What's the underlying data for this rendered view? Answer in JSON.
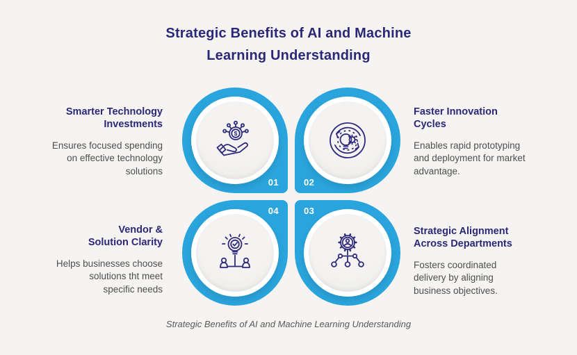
{
  "title": "Strategic Benefits of AI and Machine\nLearning Understanding",
  "caption": "Strategic Benefits of AI and Machine Learning Understanding",
  "colors": {
    "accent_blue": "#2AA4DC",
    "heading_navy": "#2B2878",
    "icon_navy": "#2E2A7C",
    "body_gray": "#4E4E4E",
    "background": "#F5F4F2",
    "number_text": "#FFFFFF",
    "inner_disc": "#EFEEEC"
  },
  "items": [
    {
      "number": "01",
      "position": "top-left",
      "icon": "hand-money-network-icon",
      "heading": "Smarter Technology\nInvestments",
      "body": "Ensures focused spending\non effective technology\nsolutions"
    },
    {
      "number": "02",
      "position": "top-right",
      "icon": "innovation-cycle-icon",
      "heading": "Faster Innovation\nCycles",
      "body": "Enables rapid prototyping\nand deployment for market\nadvantage."
    },
    {
      "number": "03",
      "position": "bottom-right",
      "icon": "gear-org-network-icon",
      "heading": "Strategic Alignment\nAcross Departments",
      "body": "Fosters coordinated\ndelivery by aligning\nbusiness objectives."
    },
    {
      "number": "04",
      "position": "bottom-left",
      "icon": "idea-people-icon",
      "heading": "Vendor &\nSolution Clarity",
      "body": "Helps businesses choose\nsolutions tht meet\nspecific needs"
    }
  ]
}
